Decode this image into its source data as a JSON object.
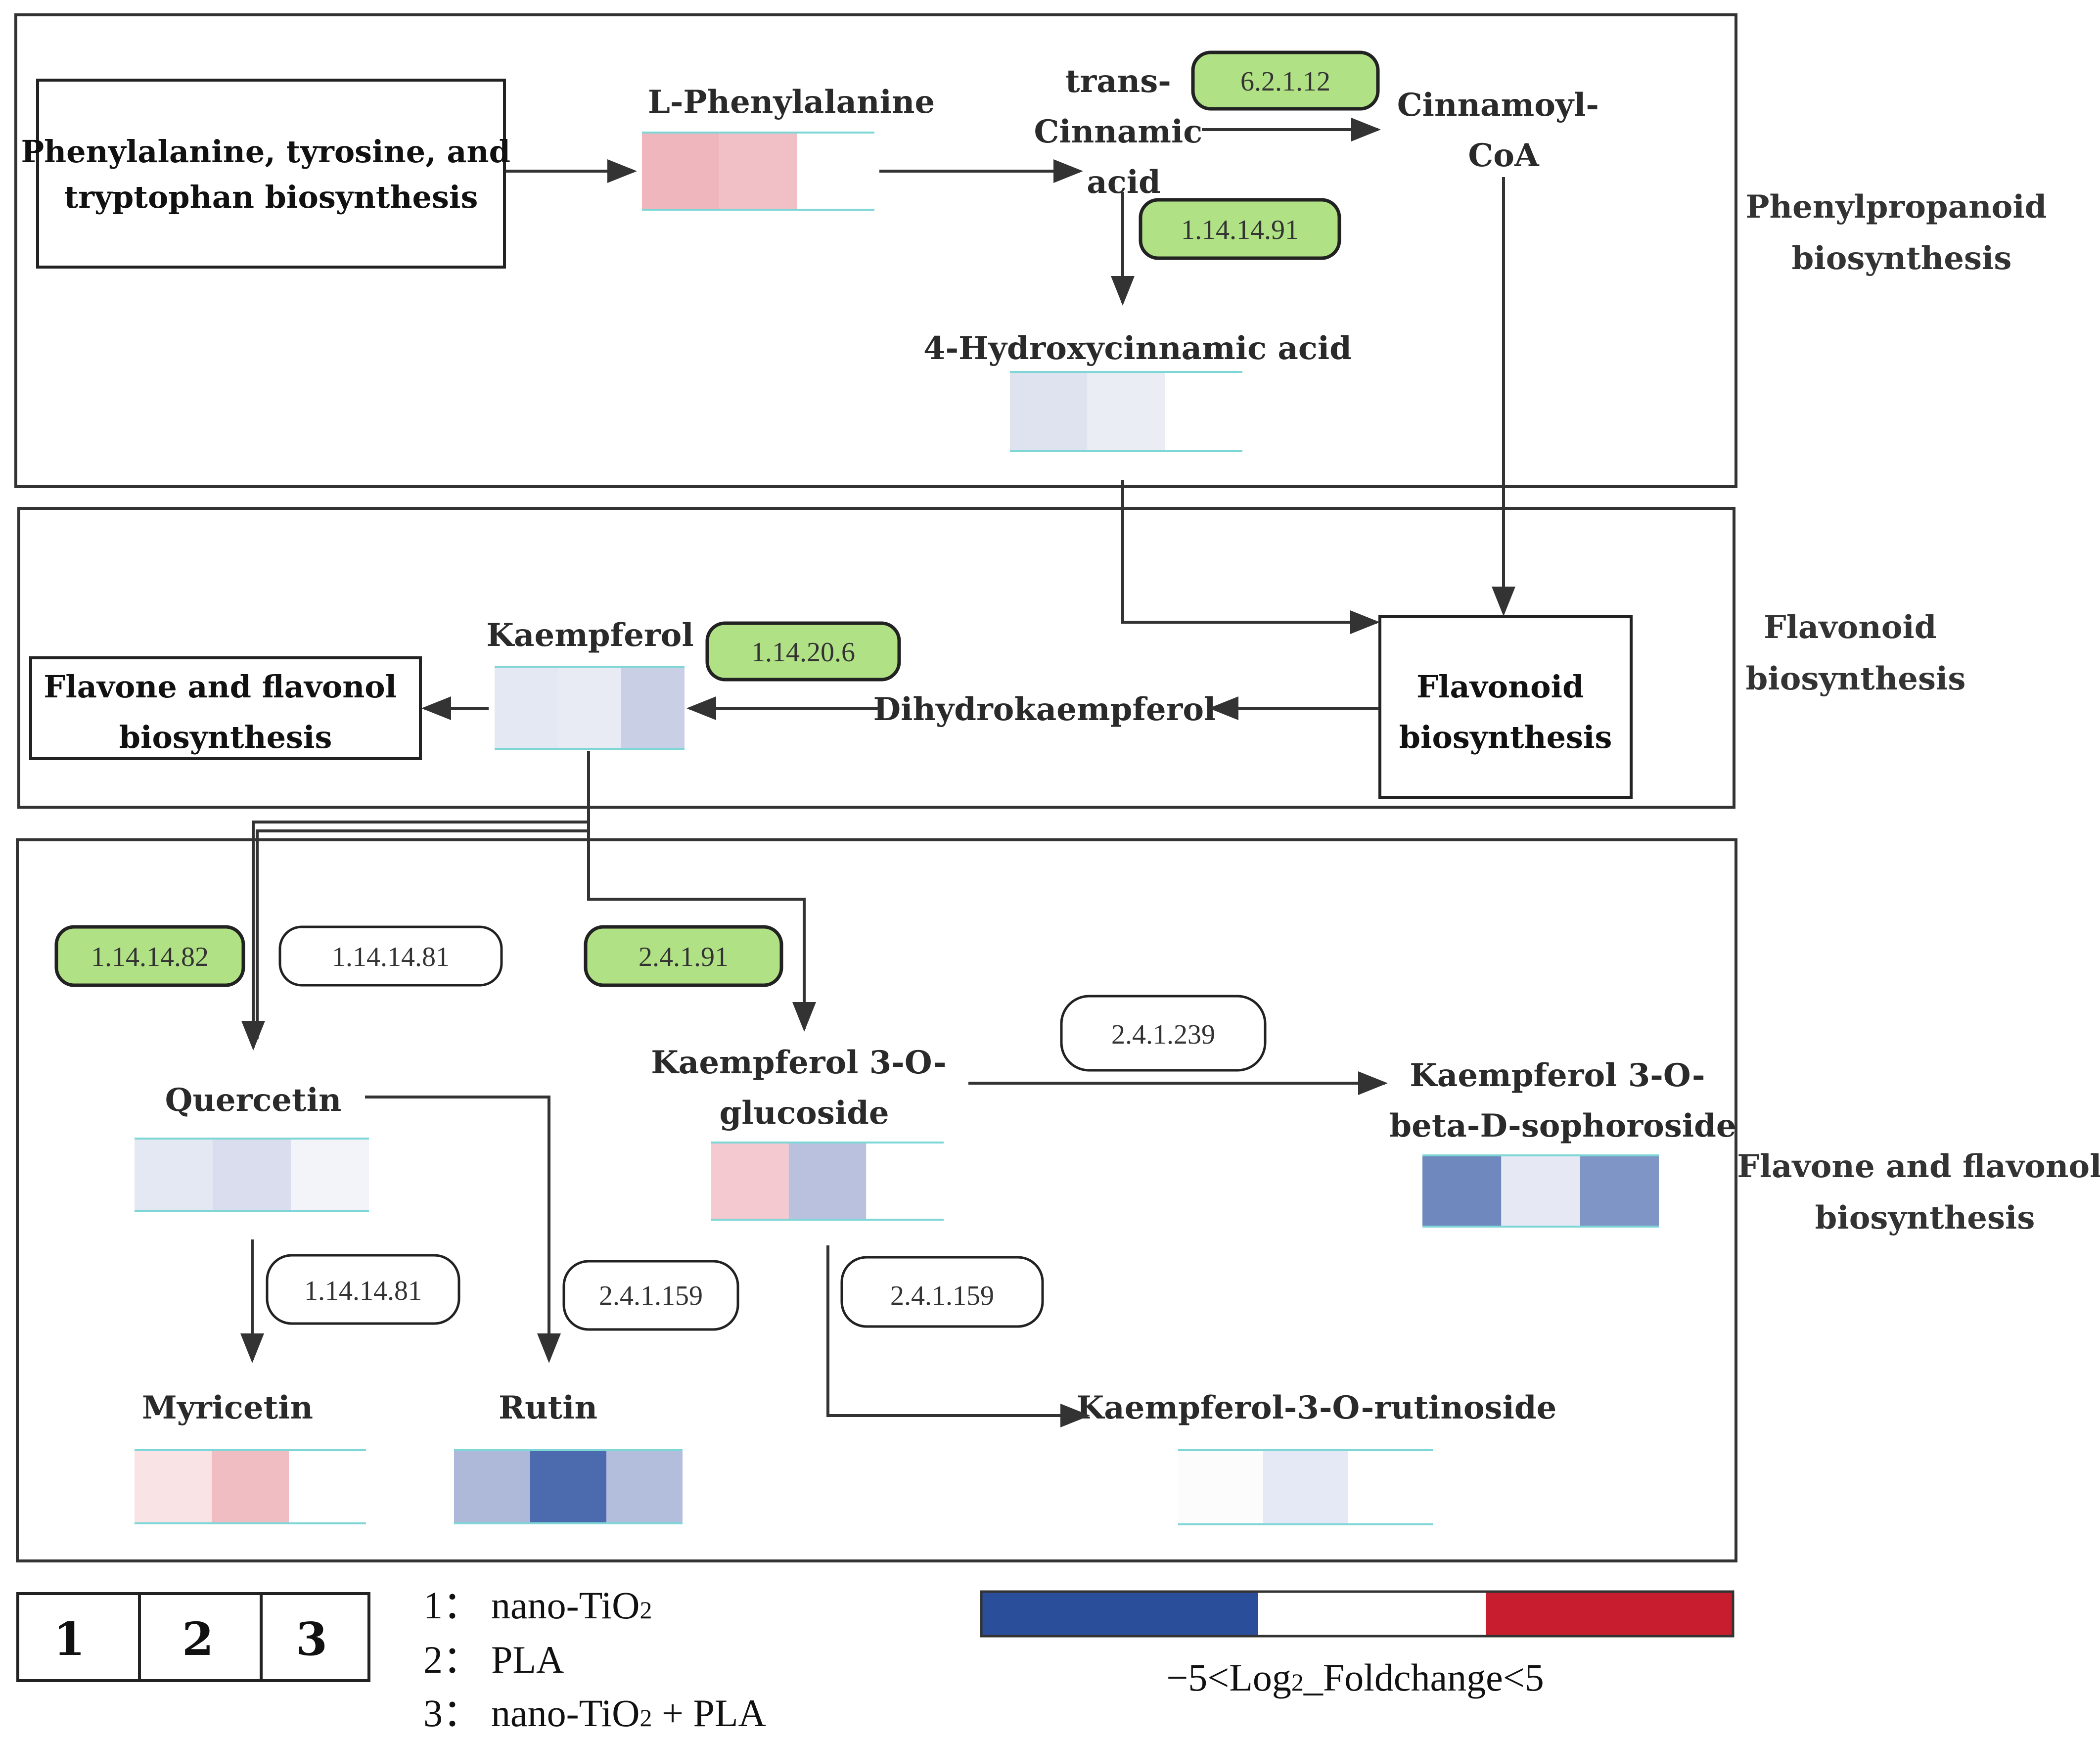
{
  "colors": {
    "enzyme_green": "#b1e185",
    "scale_blue": "#2b4e9b",
    "scale_white": "#ffffff",
    "scale_red": "#c81d2f",
    "cell_border": "#7fd6d6"
  },
  "sections": {
    "phenylpropanoid": [
      "Phenylpropanoid",
      "biosynthesis"
    ],
    "flavonoid": [
      "Flavonoid",
      "biosynthesis"
    ],
    "flavone": [
      "Flavone and flavonol",
      "biosynthesis"
    ]
  },
  "pathway_boxes": {
    "phe_tyr_trp": [
      "Phenylalanine, tyrosine, and",
      "tryptophan biosynthesis"
    ],
    "flavone_flavonol": [
      "Flavone and flavonol",
      "biosynthesis"
    ],
    "flavonoid": [
      "Flavonoid",
      "biosynthesis"
    ]
  },
  "compounds": {
    "l_phenylalanine": {
      "label": [
        "L-Phenylalanine"
      ],
      "heat": [
        "#efb6bd",
        "#f0c0c6",
        "#ffffff"
      ]
    },
    "trans_cinnamic": {
      "label": [
        "trans-",
        "Cinnamic",
        "acid"
      ]
    },
    "cinnamoyl_coa": {
      "label": [
        "Cinnamoyl-",
        "CoA"
      ]
    },
    "hydroxycinnamic": {
      "label": [
        "4-Hydroxycinnamic acid"
      ],
      "heat": [
        "#dfe3f0",
        "#ebedf4",
        "#ffffff"
      ]
    },
    "kaempferol": {
      "label": [
        "Kaempferol"
      ],
      "heat": [
        "#e4e8f3",
        "#e8ebf4",
        "#c9d0e5"
      ]
    },
    "dihydrokaempferol": {
      "label": [
        "Dihydrokaempferol"
      ]
    },
    "quercetin": {
      "label": [
        "Quercetin"
      ],
      "heat": [
        "#e4e8f3",
        "#d9dded",
        "#f3f4f9"
      ]
    },
    "kaempferol_3o_glucoside": {
      "label": [
        "Kaempferol 3-O-",
        "glucoside"
      ],
      "heat": [
        "#f5c9d0",
        "#b9c1df",
        "#ffffff"
      ]
    },
    "kaempferol_sophoroside": {
      "label": [
        "Kaempferol 3-O-",
        "beta-D-sophoroside"
      ],
      "heat": [
        "#6f88bd",
        "#e6e9f4",
        "#7f95c6"
      ]
    },
    "myricetin": {
      "label": [
        "Myricetin"
      ],
      "heat": [
        "#fae3e5",
        "#f0bdc3",
        "#ffffff"
      ]
    },
    "rutin": {
      "label": [
        "Rutin"
      ],
      "heat": [
        "#aeb8d9",
        "#4c6aae",
        "#b3bddc"
      ]
    },
    "kaempferol_rutinoside": {
      "label": [
        "Kaempferol-3-O-rutinoside"
      ],
      "heat": [
        "#fcfcfd",
        "#e5e9f5",
        "#ffffff"
      ]
    }
  },
  "enzymes": {
    "e_6_2_1_12": {
      "label": "6.2.1.12",
      "highlighted": true
    },
    "e_1_14_14_91": {
      "label": "1.14.14.91",
      "highlighted": true
    },
    "e_1_14_20_6": {
      "label": "1.14.20.6",
      "highlighted": true
    },
    "e_1_14_14_82": {
      "label": "1.14.14.82",
      "highlighted": true
    },
    "e_1_14_14_81_a": {
      "label": "1.14.14.81",
      "highlighted": false
    },
    "e_2_4_1_91": {
      "label": "2.4.1.91",
      "highlighted": true
    },
    "e_2_4_1_239": {
      "label": "2.4.1.239",
      "highlighted": false
    },
    "e_1_14_14_81_b": {
      "label": "1.14.14.81",
      "highlighted": false
    },
    "e_2_4_1_159_a": {
      "label": "2.4.1.159",
      "highlighted": false
    },
    "e_2_4_1_159_b": {
      "label": "2.4.1.159",
      "highlighted": false
    }
  },
  "legend": {
    "columns": [
      "1",
      "2",
      "3"
    ],
    "items": [
      {
        "num": "1：",
        "name": "nano-TiO",
        "sub": "2",
        "tail": ""
      },
      {
        "num": "2：",
        "name": "PLA",
        "sub": "",
        "tail": ""
      },
      {
        "num": "3：",
        "name": "nano-TiO",
        "sub": "2",
        "tail": " + PLA"
      }
    ],
    "scale_label": {
      "pre": "−5<Log",
      "sub": "2",
      "post": "_Foldchange<5"
    }
  }
}
